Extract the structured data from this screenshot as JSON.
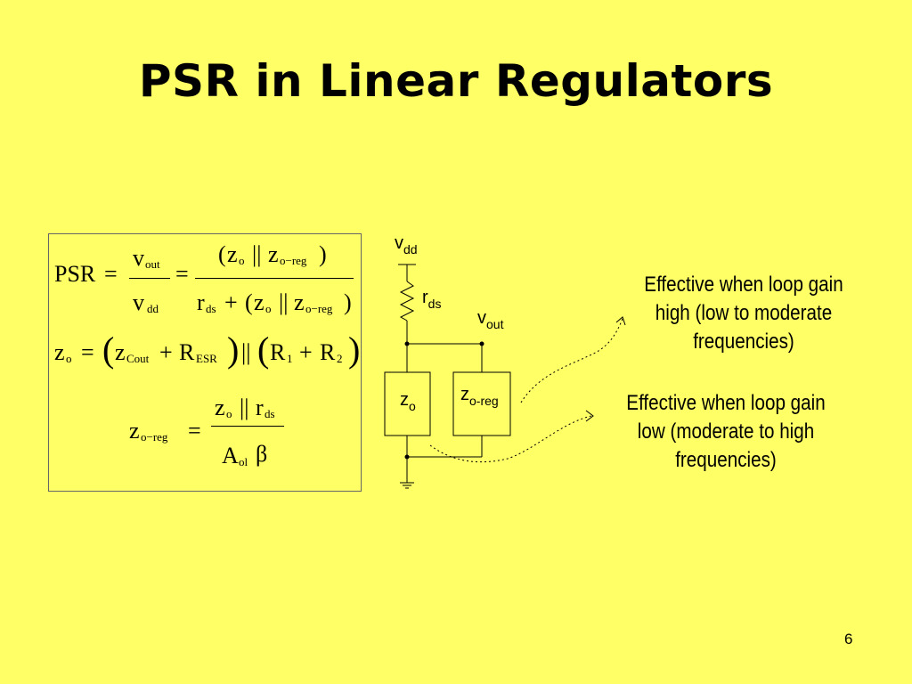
{
  "slide": {
    "title": "PSR in Linear Regulators",
    "page_number": "6"
  },
  "equations": {
    "eq1": {
      "psr": "PSR",
      "eq": "=",
      "v": "v",
      "out": "out",
      "dd": "dd",
      "lparen": "(",
      "rparen": ")",
      "z": "z",
      "o": "o",
      "par": "||",
      "oreg": "o−reg",
      "r": "r",
      "ds": "ds",
      "plus": "+"
    },
    "eq2": {
      "z": "z",
      "o": "o",
      "eq": "=",
      "cout": "Cout",
      "plus": "+",
      "R": "R",
      "esr": "ESR",
      "par": "||",
      "one": "1",
      "two": "2"
    },
    "eq3": {
      "z": "z",
      "oreg": "o−reg",
      "eq": "=",
      "o": "o",
      "par": "||",
      "r": "r",
      "ds": "ds",
      "A": "A",
      "ol": "ol",
      "beta": "β"
    }
  },
  "circuit": {
    "vdd": {
      "main": "v",
      "sub": "dd"
    },
    "rds": {
      "main": "r",
      "sub": "ds"
    },
    "vout": {
      "main": "v",
      "sub": "out"
    },
    "zo": {
      "main": "z",
      "sub": "o"
    },
    "zoreg": {
      "main": "z",
      "sub": "o-reg"
    }
  },
  "notes": {
    "high": [
      "Effective when loop gain",
      "high (low to moderate",
      "frequencies)"
    ],
    "low": [
      "Effective when loop gain",
      "low (moderate to high",
      "frequencies)"
    ]
  }
}
